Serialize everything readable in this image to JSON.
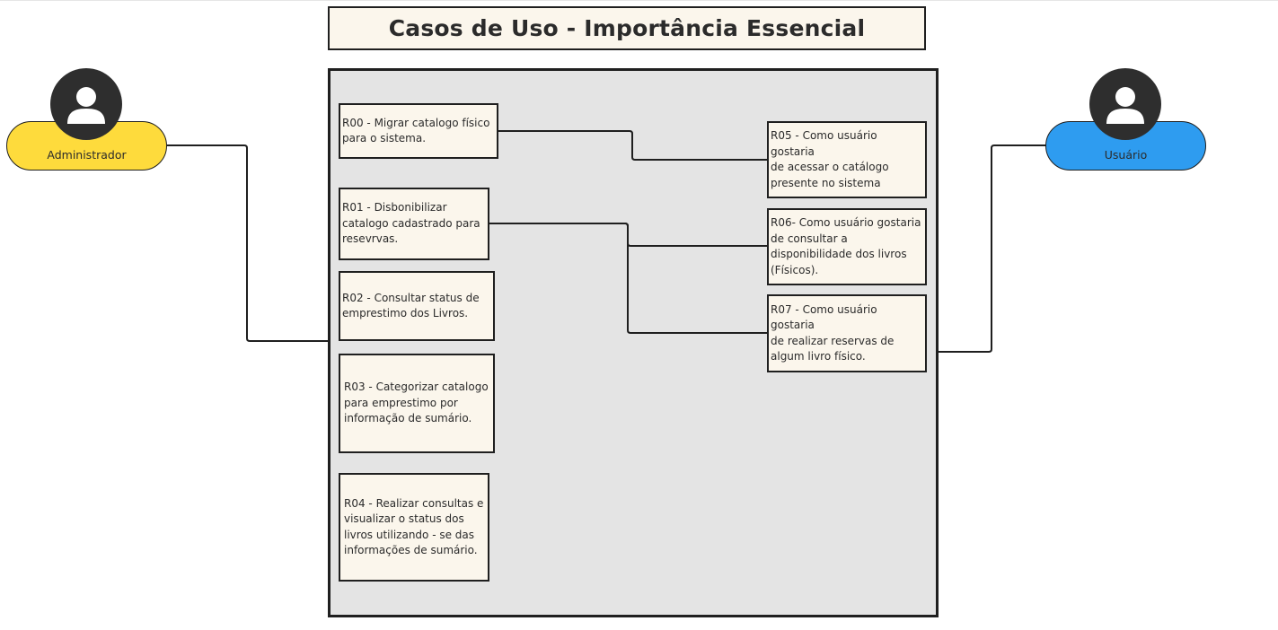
{
  "title": "Casos de Uso - Importância Essencial",
  "colors": {
    "admin_pill": "#fedb3c",
    "user_pill": "#2e9cf0",
    "system_fill": "#e4e4e4",
    "usecase_fill": "#fbf6ec",
    "avatar": "#2e2e2e",
    "line": "#1f1f1f"
  },
  "actors": {
    "admin": {
      "label": "Administrador",
      "icon": "user-avatar-icon"
    },
    "user": {
      "label": "Usuário",
      "icon": "user-avatar-icon"
    }
  },
  "use_cases": {
    "r00": "R00 - Migrar catalogo físico\npara o sistema.",
    "r01": "R01 - Disbonibilizar\ncatalogo cadastrado para\nresevrvas.",
    "r02": "R02 - Consultar status de\nemprestimo dos Livros.",
    "r03": "R03 - Categorizar catalogo\npara emprestimo por\ninformação de sumário.",
    "r04": "R04 - Realizar consultas  e\nvisualizar o status dos\nlivros utilizando - se das\ninformações de sumário.",
    "r05": "R05 - Como usuário gostaria\nde acessar o catálogo\npresente no sistema",
    "r06": "R06- Como usuário gostaria\nde consultar a\ndisponibilidade dos livros\n(Físicos).",
    "r07": "R07 - Como usuário gostaria\nde realizar reservas de\nalgum livro físico."
  }
}
